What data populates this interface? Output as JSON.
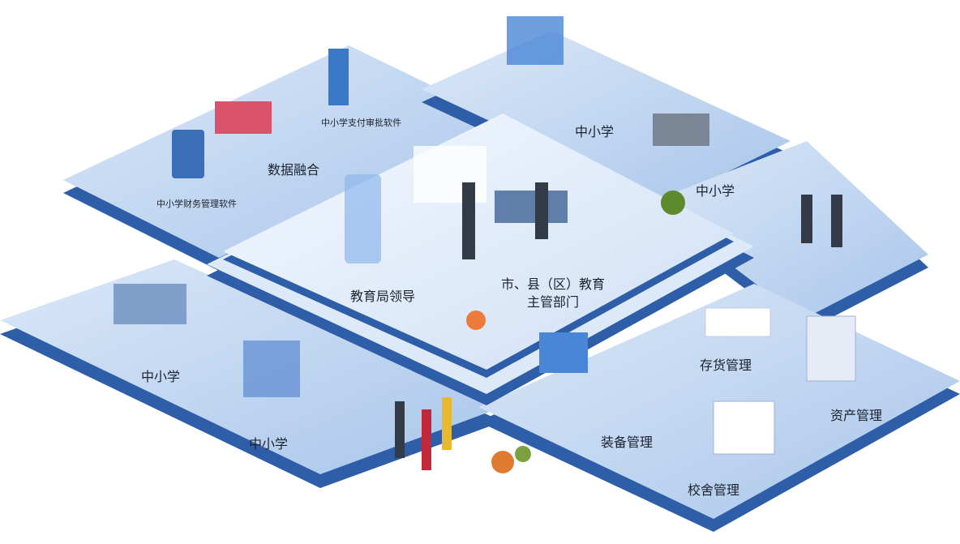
{
  "labels": {
    "payment_software": "中小学支付审批软件",
    "data_fusion": "数据融合",
    "finance_software": "中小学财务管理软件",
    "school_top": "中小学",
    "school_top_right": "中小学",
    "school_left": "中小学",
    "school_bottom_left": "中小学",
    "bureau_leader": "教育局领导",
    "authority_line1": "市、县（区）教育",
    "authority_line2": "主管部门",
    "inventory": "存货管理",
    "assets": "资产管理",
    "equipment": "装备管理",
    "buildings": "校舍管理"
  },
  "colors": {
    "platform_top": "#c9dcf3",
    "platform_side": "#2f5ea8",
    "center_top": "#e6f0fb",
    "accent": "#3a78c8"
  }
}
